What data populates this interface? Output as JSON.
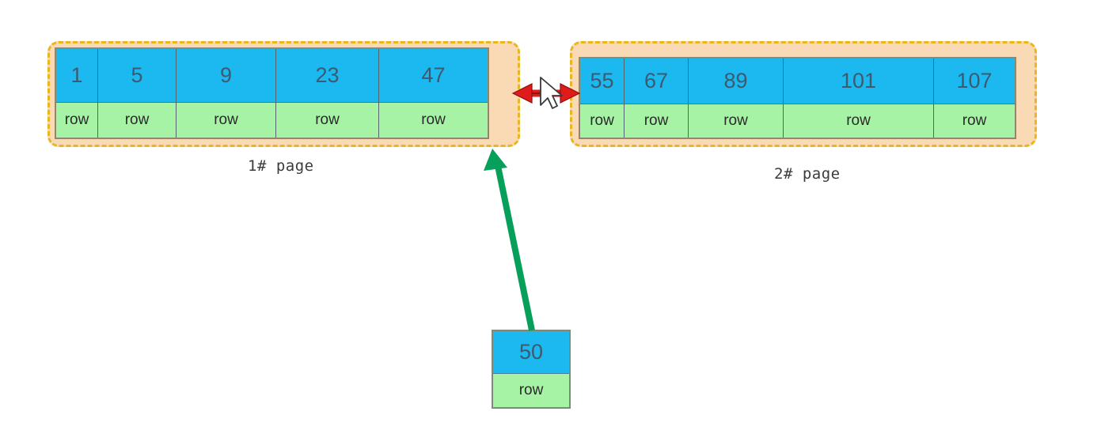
{
  "diagram": {
    "title_absent": true,
    "colors": {
      "key_cell": "#1cb8f0",
      "row_cell": "#a6f3a6",
      "page_fill": "#fad9b5",
      "page_border": "#e8b71e",
      "key_text": "#3d5a70",
      "split_arrow": "#e01b1b",
      "insert_arrow": "#06a05a"
    },
    "pages": [
      {
        "caption": "1# page",
        "slots": [
          {
            "key": "1",
            "row_label": "row"
          },
          {
            "key": "5",
            "row_label": "row"
          },
          {
            "key": "9",
            "row_label": "row"
          },
          {
            "key": "23",
            "row_label": "row"
          },
          {
            "key": "47",
            "row_label": "row"
          }
        ]
      },
      {
        "caption": "2# page",
        "slots": [
          {
            "key": "55",
            "row_label": "row"
          },
          {
            "key": "67",
            "row_label": "row"
          },
          {
            "key": "89",
            "row_label": "row"
          },
          {
            "key": "101",
            "row_label": "row"
          },
          {
            "key": "107",
            "row_label": "row"
          }
        ]
      }
    ],
    "incoming_record": {
      "key": "50",
      "row_label": "row"
    },
    "icons": {
      "split_arrow": "double-headed-arrow-icon",
      "insert_arrow": "up-arrow-icon",
      "cursor": "mouse-pointer-icon"
    }
  }
}
